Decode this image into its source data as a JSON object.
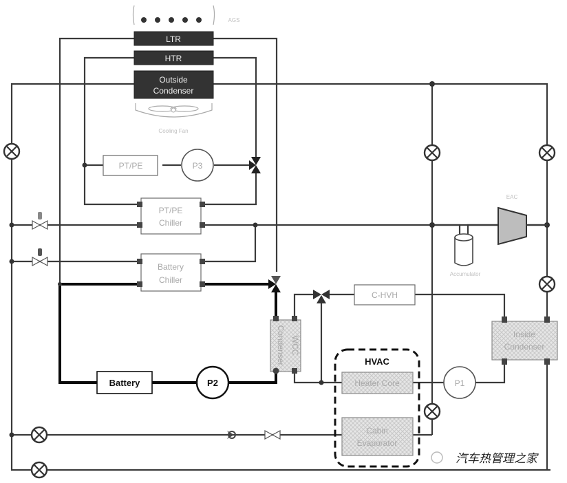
{
  "diagram": {
    "title": "Vehicle thermal management system schematic",
    "front_end": {
      "ags_label": "AGS",
      "ltr_label": "LTR",
      "htr_label": "HTR",
      "outside_condenser_label": [
        "Outside",
        "Condenser"
      ],
      "cooling_fan_label": "Cooling Fan"
    },
    "components": {
      "pt_pe_label": "PT/PE",
      "pump_p3_label": "P3",
      "pt_pe_chiller_label": [
        "PT/PE",
        "Chiller"
      ],
      "battery_chiller_label": [
        "Battery",
        "Chiller"
      ],
      "battery_label": "Battery",
      "pump_p2_label": "P2",
      "wcc_label": [
        "WCC",
        "Condenser"
      ],
      "chvh_label": "C-HVH",
      "hvac_label": "HVAC",
      "heater_core_label": "Heater Core",
      "cabin_evaporator_label": [
        "Cabin",
        "Evaporator"
      ],
      "pump_p1_label": "P1",
      "inside_condenser_label": [
        "Inside",
        "Condenser"
      ],
      "eac_label": "EAC",
      "accumulator_label": "Accumulator"
    },
    "watermark": "汽车热管理之家",
    "colors": {
      "pipe": "#3a3a3a",
      "battery_loop": "#0a0a0a",
      "heat_exchanger_dark": "#333333",
      "label_grey": "#a8a8a8"
    }
  }
}
